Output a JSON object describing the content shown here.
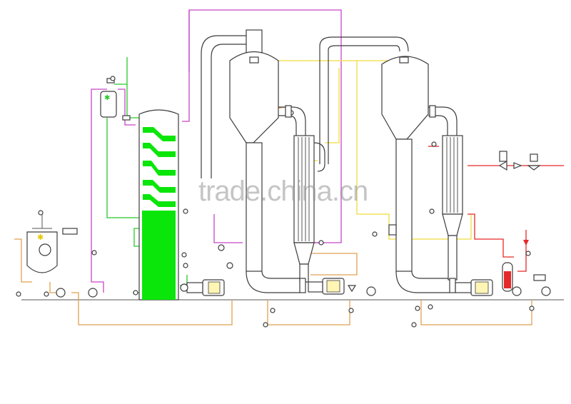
{
  "watermark": {
    "text": "trade.china.cn"
  },
  "colors": {
    "equipment": "#3c3c3c",
    "vapor_line": "#c845c8",
    "feed_line": "#f0dc3c",
    "condensate_line": "#e1a050",
    "water_line": "#28c828",
    "steam_line": "#e62828",
    "packing_fill": "#0ae60a",
    "sight_glass": "#e62828"
  },
  "components": [
    {
      "name": "feed-tank",
      "icon": "tank-icon"
    },
    {
      "name": "condenser-column",
      "icon": "column-icon"
    },
    {
      "name": "vacuum-buffer-tank",
      "icon": "tank-icon"
    },
    {
      "name": "separator-1",
      "icon": "separator-icon"
    },
    {
      "name": "heater-1",
      "icon": "heat-exchanger-icon"
    },
    {
      "name": "separator-2",
      "icon": "separator-icon"
    },
    {
      "name": "heater-2",
      "icon": "heat-exchanger-icon"
    },
    {
      "name": "circulation-pump-1",
      "icon": "pump-icon"
    },
    {
      "name": "circulation-pump-2",
      "icon": "pump-icon"
    },
    {
      "name": "water-pump",
      "icon": "pump-icon"
    },
    {
      "name": "steam-inlet-valves",
      "icon": "valve-icon"
    }
  ]
}
